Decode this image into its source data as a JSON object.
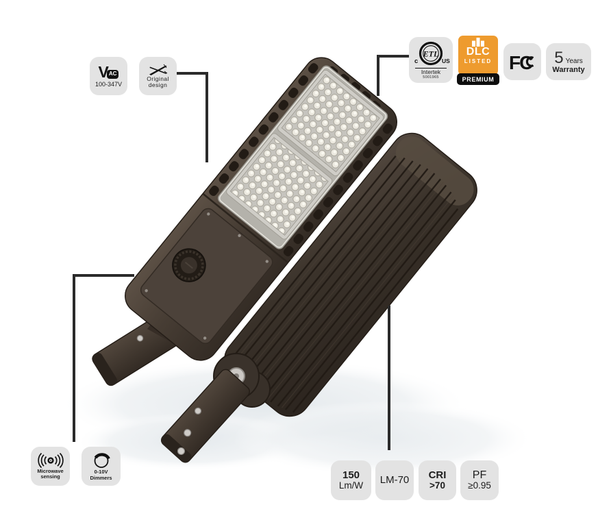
{
  "product": {
    "views": [
      "front-led-view",
      "back-heatsink-view"
    ]
  },
  "colors": {
    "background": "#ffffff",
    "badge_bg": "#e3e3e3",
    "body_brown": "#473d34",
    "body_dark": "#2e2720",
    "dlc_orange": "#EE9B2E",
    "callout_line": "#2b2b2b",
    "led_panel": "#cdcbc5"
  },
  "badges": {
    "voltage": {
      "v": "V",
      "ac": "AC",
      "range": "100-347V"
    },
    "original": {
      "line1": "Original",
      "line2": "design"
    },
    "etl": {
      "mark": "ETL",
      "c": "c",
      "us": "US",
      "name": "Intertek",
      "number": "5001965"
    },
    "dlc": {
      "name": "DLC",
      "listed": "LISTED",
      "premium": "PREMIUM"
    },
    "fcc": {
      "mark": "FC"
    },
    "warranty": {
      "number": "5",
      "unit": "Years",
      "label": "Warranty"
    },
    "microwave": {
      "line1": "Microwave",
      "line2": "sensing"
    },
    "dimmers": {
      "line1": "0-10V",
      "line2": "Dimmers"
    },
    "efficacy": {
      "value": "150",
      "unit": "Lm/W"
    },
    "lumen_maintenance": {
      "value": "LM-70"
    },
    "cri": {
      "label": "CRI",
      "value": ">70"
    },
    "power_factor": {
      "label": "PF",
      "value": "≥0.95"
    }
  }
}
